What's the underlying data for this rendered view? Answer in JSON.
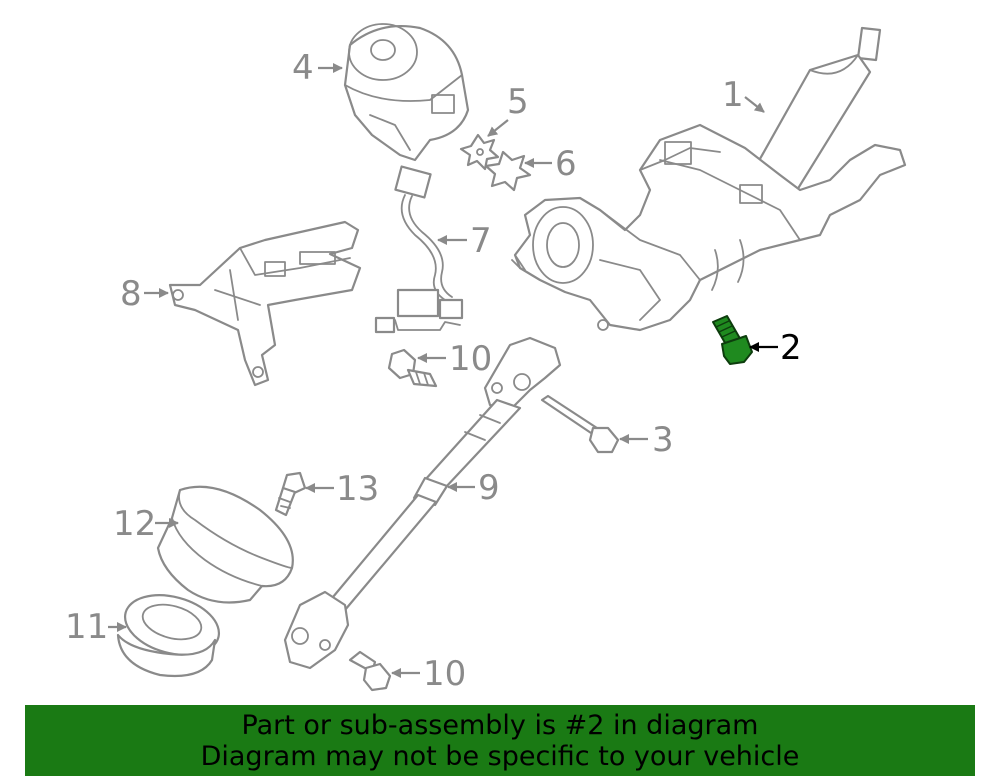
{
  "callouts": {
    "c1": "1",
    "c2": "2",
    "c3": "3",
    "c4": "4",
    "c5": "5",
    "c6": "6",
    "c7": "7",
    "c8": "8",
    "c9": "9",
    "c10a": "10",
    "c10b": "10",
    "c11": "11",
    "c12": "12",
    "c13": "13"
  },
  "highlighted_part": "2",
  "colors": {
    "highlight": "#1f8a1f",
    "banner": "#1a7a14",
    "line": "#8a8a8a"
  },
  "banner": {
    "line1": "Part or sub-assembly is #2 in diagram",
    "line2": "Diagram may not be specific to your vehicle"
  }
}
